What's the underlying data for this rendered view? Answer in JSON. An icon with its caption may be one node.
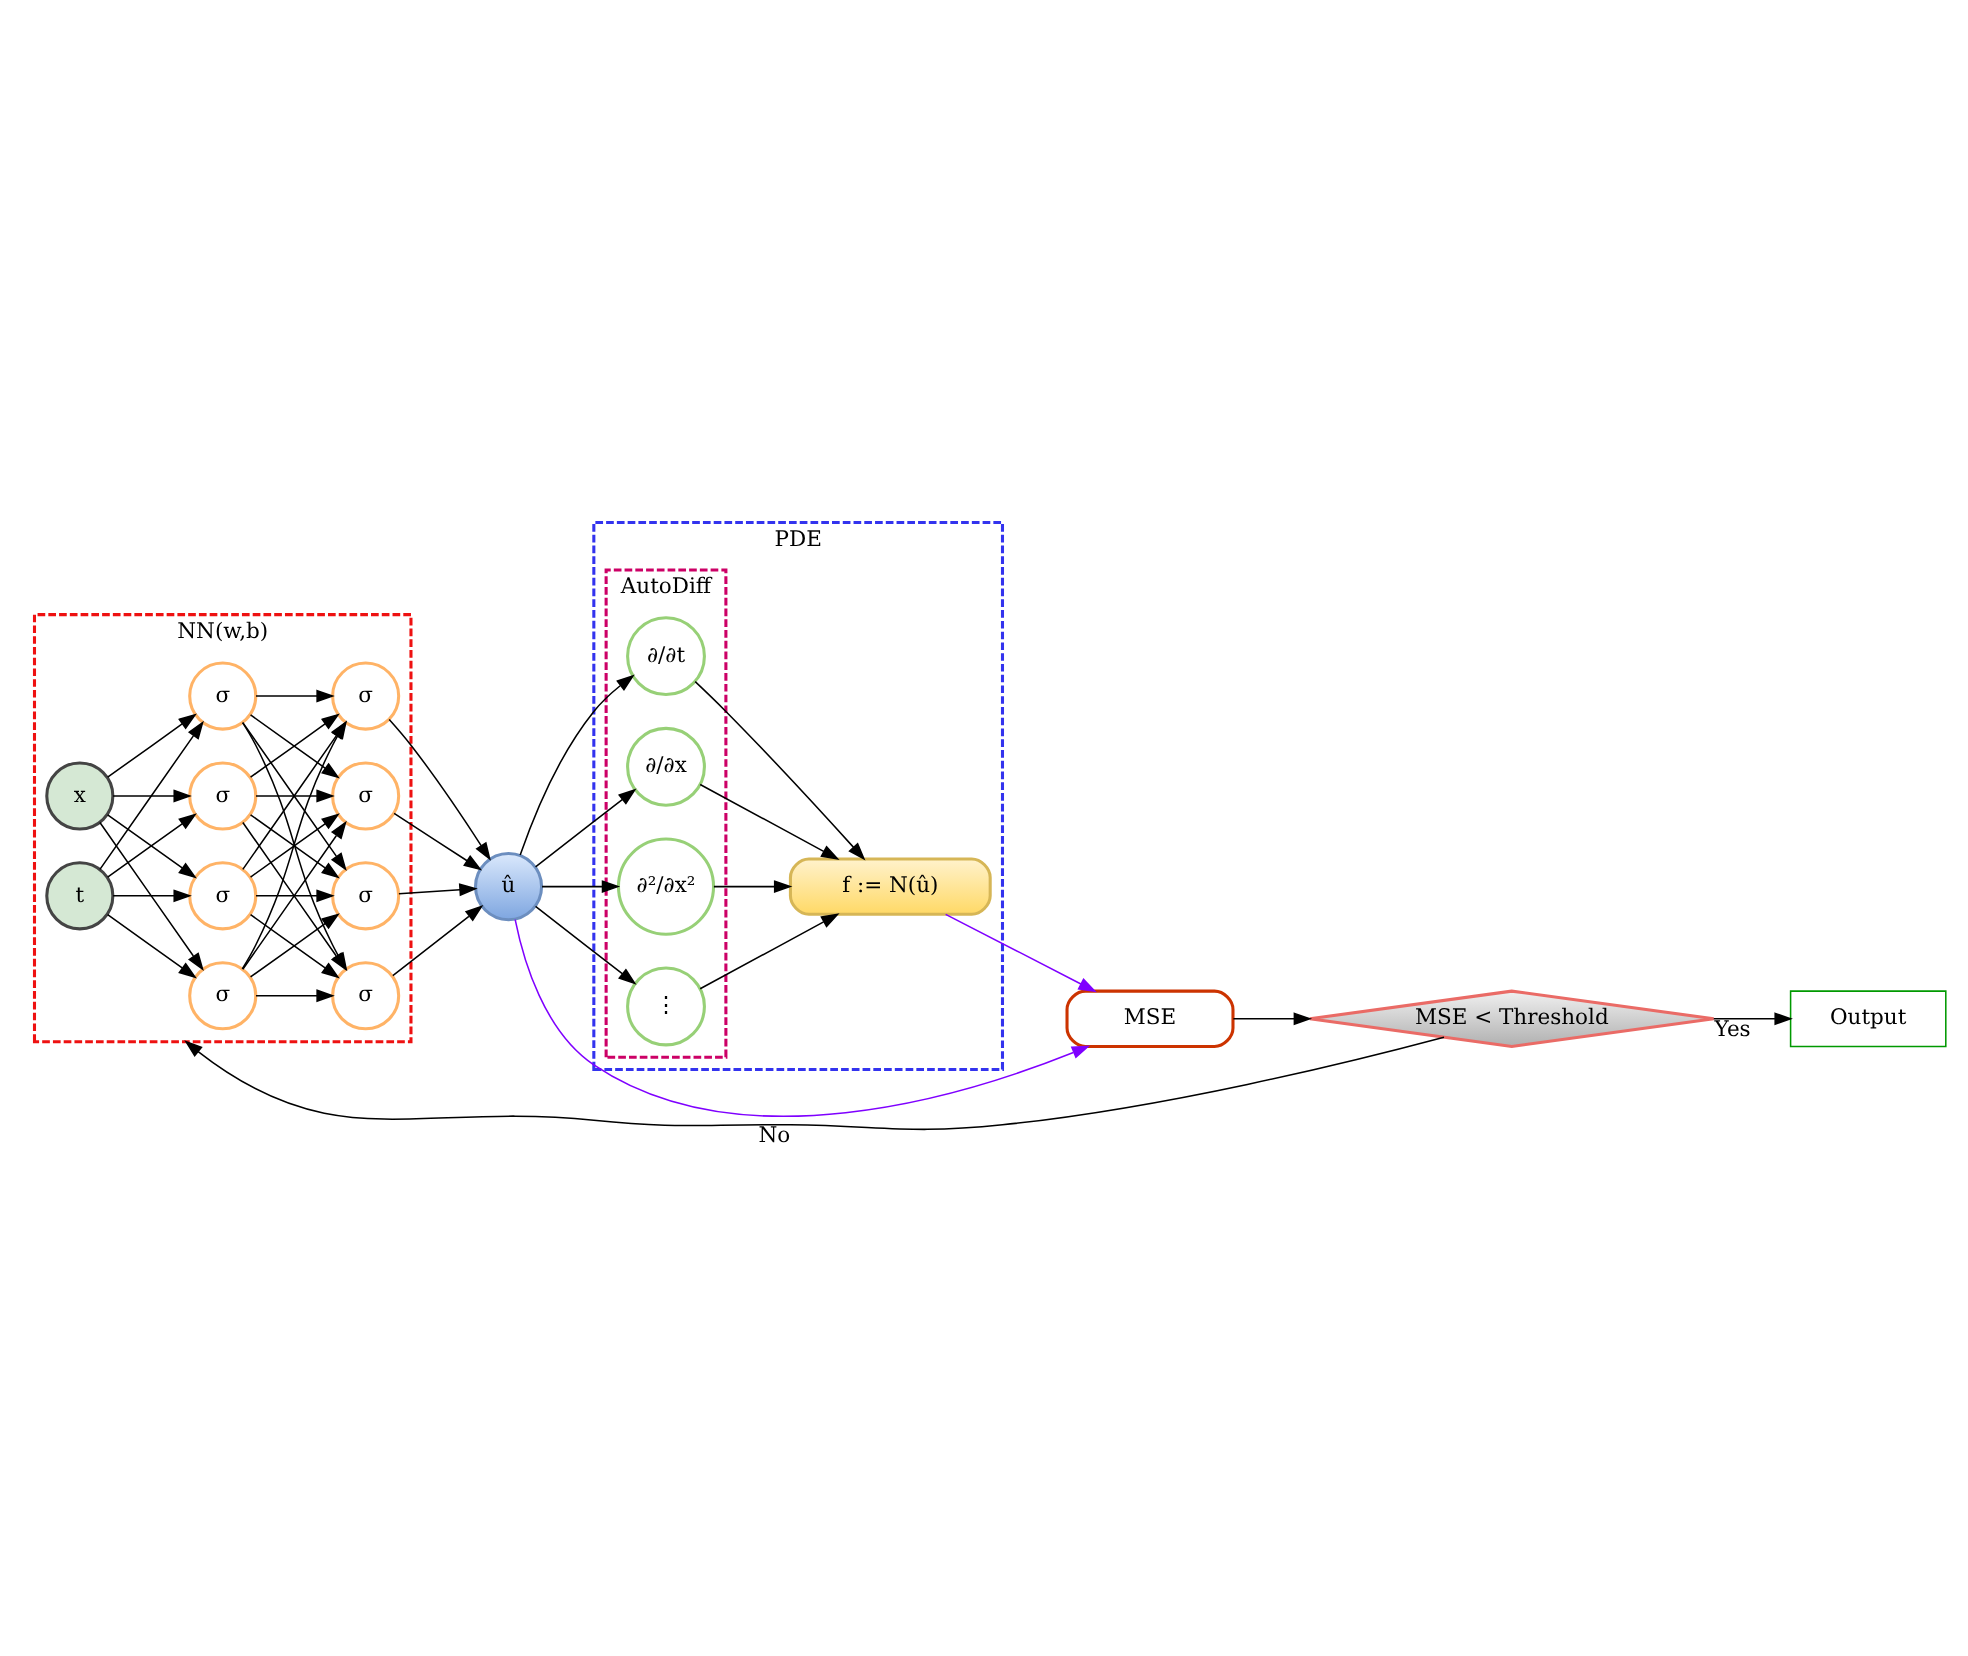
{
  "diagram": {
    "nodes": [
      {
        "text": [
          "NN(w,b)"
        ]
      },
      {
        "text": [
          "PDE"
        ]
      },
      {
        "text": [
          "AutoDiff"
        ],
        "in": 1
      },
      {
        "text": [
          "x"
        ],
        "in": 0
      },
      {
        "text": [
          "t"
        ],
        "in": 0
      },
      {
        "text": [
          "σ"
        ],
        "in": 0
      },
      {
        "text": [
          "σ"
        ],
        "in": 0
      },
      {
        "text": [
          "σ"
        ],
        "in": 0
      },
      {
        "text": [
          "σ"
        ],
        "in": 0
      },
      {
        "text": [
          "σ"
        ],
        "in": 0
      },
      {
        "text": [
          "σ"
        ],
        "in": 0
      },
      {
        "text": [
          "σ"
        ],
        "in": 0
      },
      {
        "text": [
          "σ"
        ],
        "in": 0
      },
      {
        "text": [
          "û"
        ]
      },
      {
        "text": [
          "∂/∂t"
        ],
        "in": 2
      },
      {
        "text": [
          "∂/∂x"
        ],
        "in": 2
      },
      {
        "text": [
          "∂²/∂x²"
        ],
        "in": 2
      },
      {
        "text": [
          "⋮"
        ],
        "in": 2
      },
      {
        "text": [
          "f := N(û)"
        ],
        "in": 1
      },
      {
        "text": [
          "MSE"
        ]
      },
      {
        "text": [
          "MSE < Threshold"
        ]
      },
      {
        "text": [
          "Output"
        ]
      }
    ],
    "edges": [
      {
        "from": 3,
        "to": 5,
        "arrow": "to"
      },
      {
        "from": 3,
        "to": 6,
        "arrow": "to"
      },
      {
        "from": 3,
        "to": 7,
        "arrow": "to"
      },
      {
        "from": 3,
        "to": 8,
        "arrow": "to"
      },
      {
        "from": 4,
        "to": 5,
        "arrow": "to"
      },
      {
        "from": 4,
        "to": 6,
        "arrow": "to"
      },
      {
        "from": 4,
        "to": 7,
        "arrow": "to"
      },
      {
        "from": 4,
        "to": 8,
        "arrow": "to"
      },
      {
        "from": 5,
        "to": 9,
        "arrow": "to"
      },
      {
        "from": 5,
        "to": 10,
        "arrow": "to"
      },
      {
        "from": 5,
        "to": 11,
        "arrow": "to"
      },
      {
        "from": 5,
        "to": 12,
        "arrow": "to"
      },
      {
        "from": 6,
        "to": 9,
        "arrow": "to"
      },
      {
        "from": 6,
        "to": 10,
        "arrow": "to"
      },
      {
        "from": 6,
        "to": 11,
        "arrow": "to"
      },
      {
        "from": 6,
        "to": 12,
        "arrow": "to"
      },
      {
        "from": 7,
        "to": 9,
        "arrow": "to"
      },
      {
        "from": 7,
        "to": 10,
        "arrow": "to"
      },
      {
        "from": 7,
        "to": 11,
        "arrow": "to"
      },
      {
        "from": 7,
        "to": 12,
        "arrow": "to"
      },
      {
        "from": 8,
        "to": 9,
        "arrow": "to"
      },
      {
        "from": 8,
        "to": 10,
        "arrow": "to"
      },
      {
        "from": 8,
        "to": 11,
        "arrow": "to"
      },
      {
        "from": 8,
        "to": 12,
        "arrow": "to"
      },
      {
        "from": 9,
        "to": 13,
        "arrow": "to"
      },
      {
        "from": 10,
        "to": 13,
        "arrow": "to"
      },
      {
        "from": 11,
        "to": 13,
        "arrow": "to"
      },
      {
        "from": 12,
        "to": 13,
        "arrow": "to"
      },
      {
        "from": 13,
        "to": 14,
        "arrow": "to"
      },
      {
        "from": 13,
        "to": 15,
        "arrow": "to"
      },
      {
        "from": 13,
        "to": 16,
        "arrow": "to"
      },
      {
        "from": 13,
        "to": 17,
        "arrow": "to"
      },
      {
        "from": 14,
        "to": 18,
        "arrow": "to"
      },
      {
        "from": 15,
        "to": 18,
        "arrow": "to"
      },
      {
        "from": 16,
        "to": 18,
        "arrow": "to"
      },
      {
        "from": 17,
        "to": 18,
        "arrow": "to"
      },
      {
        "from": 13,
        "to": 19,
        "arrow": "to",
        "color": "#7f00ff"
      },
      {
        "from": 18,
        "to": 19,
        "arrow": "to",
        "color": "#7f00ff"
      },
      {
        "from": 19,
        "to": 20,
        "arrow": "to"
      },
      {
        "from": 20,
        "to": 0,
        "arrow": "to",
        "label": "No"
      },
      {
        "from": 20,
        "to": 21,
        "arrow": "to",
        "label": "Yes"
      }
    ]
  }
}
